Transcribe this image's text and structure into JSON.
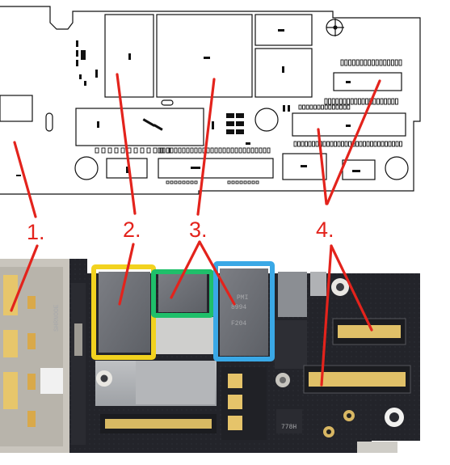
{
  "labels": {
    "l1": "1.",
    "l2": "2.",
    "l3": "3.",
    "l4": "4."
  },
  "chip_markings": {
    "nand_side": "SHRNOOE",
    "blue_chip_line1": "PMI",
    "blue_chip_line2": "8994",
    "blue_chip_line3": "F204",
    "small_module": "778H"
  },
  "colors": {
    "pointer_lines": "#e3231c",
    "highlight_yellow": "#f2d21f",
    "highlight_green": "#1fbf6a",
    "highlight_blue": "#3aa8e6",
    "schematic_line": "#111111"
  }
}
